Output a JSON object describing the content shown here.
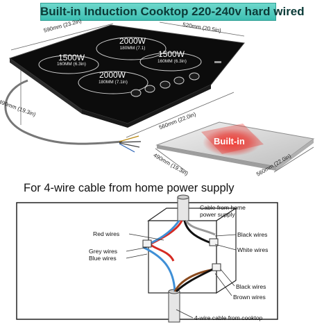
{
  "header": {
    "title": "Built-in Induction Cooktop 220-240v hard wired"
  },
  "cooktop": {
    "dims": {
      "width_top": "590mm (23.2in)",
      "depth_right": "520mm (20.5in)",
      "depth_left": "490mm (19.3in)",
      "width_bottom": "560mm (22.0in)"
    },
    "zones": [
      {
        "power": "2000W",
        "size": "180MM (7.1)"
      },
      {
        "power": "1500W",
        "size": "160MM (6.3in)"
      },
      {
        "power": "1500W",
        "size": "160MM (6.3in)"
      },
      {
        "power": "2000W",
        "size": "180MM (7.1in)"
      }
    ]
  },
  "cutout": {
    "label": "Built-in",
    "dims": {
      "depth": "490mm (19.3in)",
      "width": "560mm (22.0in)"
    }
  },
  "wiring": {
    "title": "For 4-wire cable from home power supply",
    "labels": {
      "cable_from_home_1": "Cable from home",
      "cable_from_home_2": "power supply",
      "red_wires": "Red wires",
      "grey_wires": "Grey wires",
      "blue_wires": "Blue wires",
      "black_wires_top": "Black wires",
      "white_wires": "White wires",
      "black_wires_bottom": "Black wires",
      "brown_wires": "Brown wires",
      "cooktop_cable": "4-wire cable from cooktop"
    }
  },
  "colors": {
    "title_bg": "#3cbfb2",
    "glass": "#0c0c0c",
    "built_in_glow": "#e8312a",
    "red_wire": "#d62a22",
    "blue_wire": "#3f8fd6",
    "brown_wire": "#8a4a1e"
  }
}
